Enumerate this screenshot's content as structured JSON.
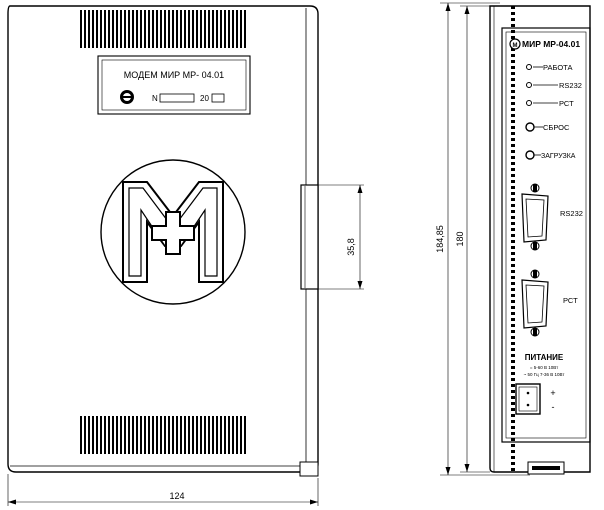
{
  "front_view": {
    "nameplate": {
      "title": "МОДЕМ МИР МР- 04.01",
      "serial_prefix": "N",
      "year_prefix": "20"
    },
    "logo": "mir-logo-icon",
    "dimensions": {
      "width": "124",
      "clip_height": "35,8"
    }
  },
  "side_view": {
    "dimensions": {
      "overall_height": "184,85",
      "body_height": "180"
    },
    "panel": {
      "model": "МИР МР-04.01",
      "indicators": [
        {
          "label": "РАБОТА"
        },
        {
          "label": "RS232"
        },
        {
          "label": "РСТ"
        },
        {
          "label": "СБРОС"
        },
        {
          "label": "ЗАГРУЗКА"
        }
      ],
      "connectors": [
        {
          "label": "RS232"
        },
        {
          "label": "РСТ"
        }
      ],
      "power": {
        "title": "ПИТАНИЕ",
        "spec_line_1": "= 5-60 В 10Вт",
        "spec_line_2": "~ 50 Гц 7-36 В 10Вт",
        "plus": "+",
        "minus": "-"
      }
    }
  }
}
